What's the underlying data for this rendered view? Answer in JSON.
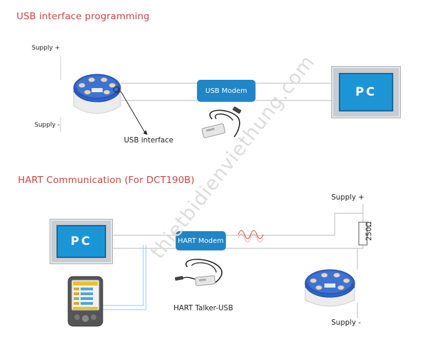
{
  "section_usb": {
    "title": "USB interface programming",
    "supply_plus": "Supply +",
    "supply_minus": "Supply -",
    "usb_interface_label": "USB interface",
    "modem_label": "USB Modem",
    "pc_label": "PC"
  },
  "section_hart": {
    "title": "HART Communication (For DCT190B)",
    "pc_label": "PC",
    "modem_label": "HART Modem",
    "talker_label": "HART Talker-USB",
    "supply_plus": "Supply +",
    "supply_minus": "Supply -",
    "resistor_label": "250Ω"
  },
  "watermark": "thietbidienviethung.com",
  "colors": {
    "heading_red": "#d0413f",
    "modem_blue": "#1f86c9",
    "pc_screen_blue": "#1c95d6",
    "transmitter_blue": "#2f63c8",
    "signal_red": "#d95040"
  }
}
